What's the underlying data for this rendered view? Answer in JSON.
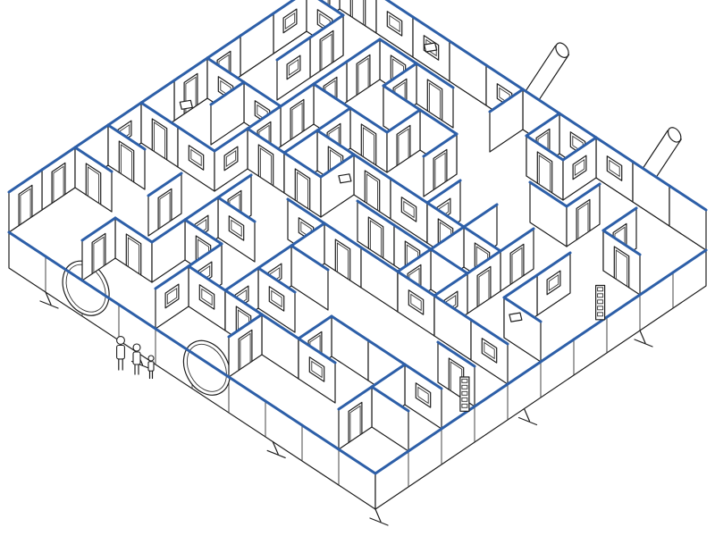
{
  "figure": {
    "view": "isometric",
    "subject": "maze",
    "grid_columns": 10,
    "grid_rows": 10,
    "wall_top_color": "#2d5fa8",
    "line_color": "#1e1e1e",
    "background": "#ffffff",
    "human_figures": 3,
    "legs": 6,
    "vent_pipes": 2,
    "porthole_windows": 2,
    "wall_mounted_cameras": 4,
    "panel_doors": 2
  }
}
